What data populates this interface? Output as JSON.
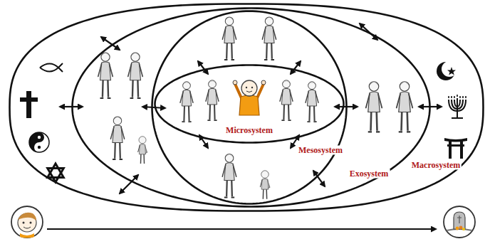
{
  "diagram": {
    "nodes": [
      {
        "text": [
          "Macrosystem"
        ]
      },
      {
        "text": [
          "Exosystem"
        ],
        "in": 0
      },
      {
        "text": [
          "Mesosystem"
        ],
        "in": 1
      },
      {
        "text": [
          "Microsystem"
        ],
        "in": 2
      }
    ]
  }
}
